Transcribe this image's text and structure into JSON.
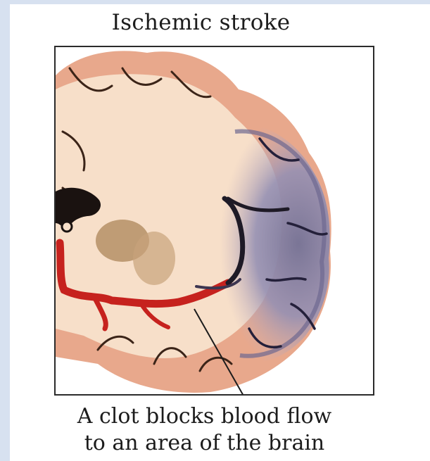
{
  "title": "Ischemic stroke",
  "caption": {
    "line1": "A clot blocks blood flow",
    "line2": "to an area of the brain"
  },
  "colors": {
    "cortex": "#e8a88c",
    "white_matter": "#f7dfc9",
    "ischemic": "#8a85a8",
    "artery": "#c6221e",
    "sulci": "#3b2418"
  }
}
